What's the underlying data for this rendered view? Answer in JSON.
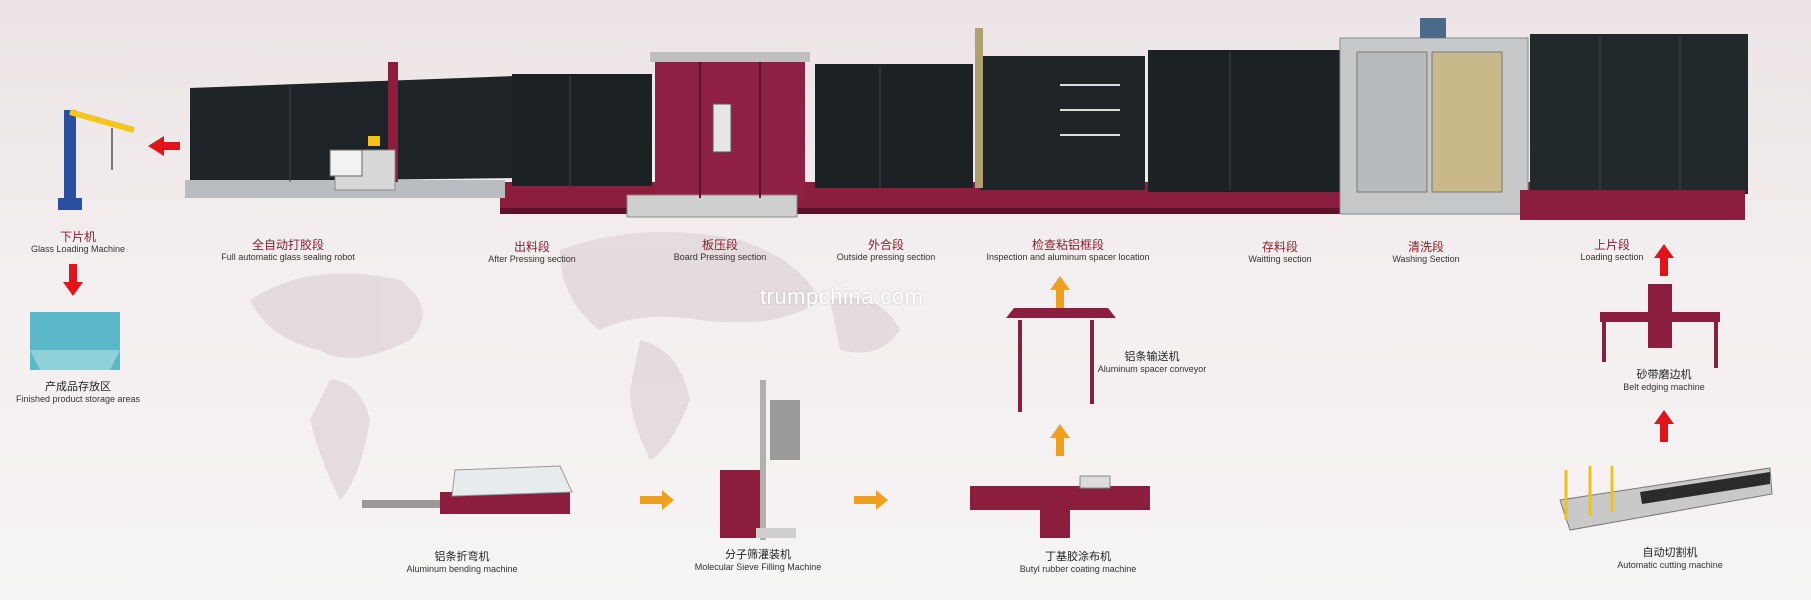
{
  "watermark": "trumpchina.com",
  "line_labels": [
    {
      "cn": "下片机",
      "en": "Glass Loading Machine"
    },
    {
      "cn": "全自动打胶段",
      "en": "Full automatic glass sealing robot"
    },
    {
      "cn": "出料段",
      "en": "After Pressing section"
    },
    {
      "cn": "板压段",
      "en": "Board Pressing section"
    },
    {
      "cn": "外合段",
      "en": "Outside pressing section"
    },
    {
      "cn": "检查粘铝框段",
      "en": "Inspection and aluminum spacer location"
    },
    {
      "cn": "存料段",
      "en": "Waitting section"
    },
    {
      "cn": "清洗段",
      "en": "Washing Section"
    },
    {
      "cn": "上片段",
      "en": "Loading section"
    }
  ],
  "aux_labels": [
    {
      "cn": "产成品存放区",
      "en": "Finished product storage areas"
    },
    {
      "cn": "铝条输送机",
      "en": "Aluminum spacer conveyor"
    },
    {
      "cn": "砂带磨边机",
      "en": "Belt edging machine"
    },
    {
      "cn": "铝条折弯机",
      "en": "Aluminum bending machine"
    },
    {
      "cn": "分子筛灌装机",
      "en": "Molecular Sieve Filling Machine"
    },
    {
      "cn": "丁基胶涂布机",
      "en": "Butyl rubber coating machine"
    },
    {
      "cn": "自动切割机",
      "en": "Automatic cutting machine"
    }
  ],
  "colors": {
    "machine_frame": "#8b1e3f",
    "glass_panel": "#1c2124",
    "arrow_red": "#e0141b",
    "arrow_orange": "#f0a020",
    "washer": "#c8c8c8"
  },
  "icons": {
    "flow_arrow_red": "arrow-red-icon",
    "flow_arrow_orange": "arrow-orange-icon"
  }
}
